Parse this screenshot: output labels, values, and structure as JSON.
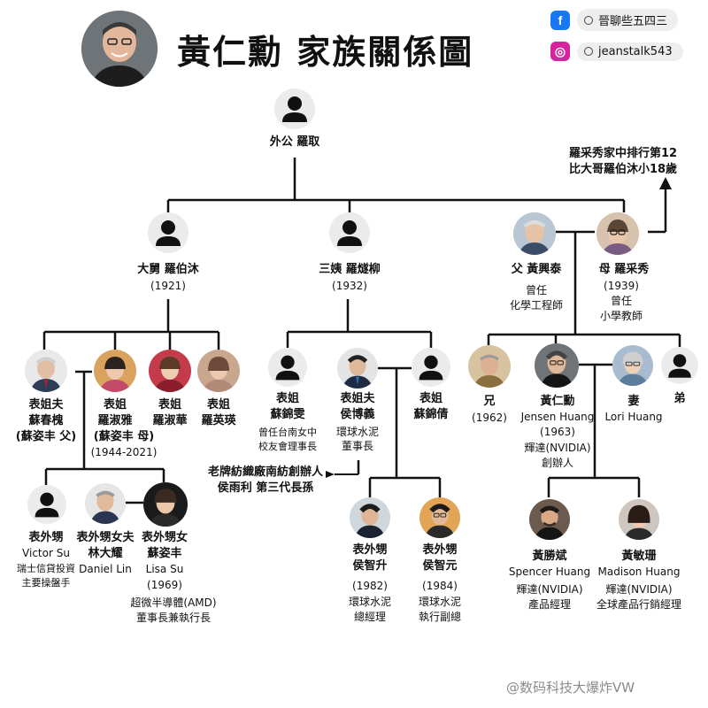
{
  "header": {
    "title": "黃仁勳 家族關係圖",
    "facebook_handle": "晉聊些五四三",
    "instagram_handle": "jeanstalk543"
  },
  "annotations": {
    "note_mother_line1": "羅采秀家中排行第12",
    "note_mother_line2": "比大哥羅伯沐小18歲",
    "note_houyuli_line1": "老牌紡織廠南紡創辦人",
    "note_houyuli_line2": "侯雨利 第三代長孫"
  },
  "people": {
    "grandfather": {
      "name": "外公 羅取"
    },
    "uncle": {
      "name": "大舅 羅伯沐",
      "year": "(1921)"
    },
    "aunt": {
      "name": "三姨 羅燧柳",
      "year": "(1932)"
    },
    "father": {
      "name": "父 黃興泰",
      "role1": "曾任",
      "role2": "化學工程師"
    },
    "mother": {
      "name": "母 羅采秀",
      "year": "(1939)",
      "role1": "曾任",
      "role2": "小學教師"
    },
    "su_chunhuai": {
      "line1": "表姐夫",
      "line2": "蘇春槐",
      "line3": "(蘇姿丰 父)"
    },
    "luo_shuya": {
      "line1": "表姐",
      "line2": "羅淑雅",
      "line3": "(蘇姿丰 母)",
      "line4": "(1944-2021)"
    },
    "luo_shuhua": {
      "line1": "表姐",
      "line2": "羅淑華"
    },
    "luo_yingying": {
      "line1": "表姐",
      "line2": "羅英瑛"
    },
    "su_jinwen": {
      "line1": "表姐",
      "line2": "蘇錦雯",
      "line3": "曾任台南女中",
      "line4": "校友會理事長"
    },
    "hou_boyi": {
      "line1": "表姐夫",
      "line2": "侯博義",
      "line3": "環球水泥",
      "line4": "董事長"
    },
    "su_jinqian": {
      "line1": "表姐",
      "line2": "蘇錦倩"
    },
    "brother": {
      "line1": "兄",
      "line2": "(1962)"
    },
    "jensen": {
      "line1": "黃仁勳",
      "line2": "Jensen Huang",
      "line3": "(1963)",
      "line4": "輝達(NVIDIA)",
      "line5": "創辦人"
    },
    "wife": {
      "line1": "妻",
      "line2": "Lori Huang"
    },
    "younger_brother": {
      "line1": "弟"
    },
    "victor_su": {
      "line1": "表外甥",
      "line2": "Victor Su",
      "line3": "瑞士信貸投資",
      "line4": "主要操盤手"
    },
    "daniel_lin": {
      "line1": "表外甥女夫",
      "line2": "林大耀",
      "line3": "Daniel Lin"
    },
    "lisa_su": {
      "line1": "表外甥女",
      "line2": "蘇姿丰",
      "line3": "Lisa Su",
      "line4": "(1969)",
      "line5": "超微半導體(AMD)",
      "line6": "董事長兼執行長"
    },
    "hou_zhisheng": {
      "line1": "表外甥",
      "line2": "侯智升",
      "line3": "(1982)",
      "line4": "環球水泥",
      "line5": "總經理"
    },
    "hou_zhiyuan": {
      "line1": "表外甥",
      "line2": "侯智元",
      "line3": "(1984)",
      "line4": "環球水泥",
      "line5": "執行副總"
    },
    "spencer": {
      "line1": "黃勝斌",
      "line2": "Spencer Huang",
      "line3": "輝達(NVIDIA)",
      "line4": "產品經理"
    },
    "madison": {
      "line1": "黃敏珊",
      "line2": "Madison Huang",
      "line3": "輝達(NVIDIA)",
      "line4": "全球產品行銷經理"
    }
  },
  "watermark": "@数码科技大爆炸VW",
  "colors": {
    "line": "#111111",
    "silhouette": "#111111",
    "instagram": "#d6249f",
    "facebook": "#1877f2"
  }
}
